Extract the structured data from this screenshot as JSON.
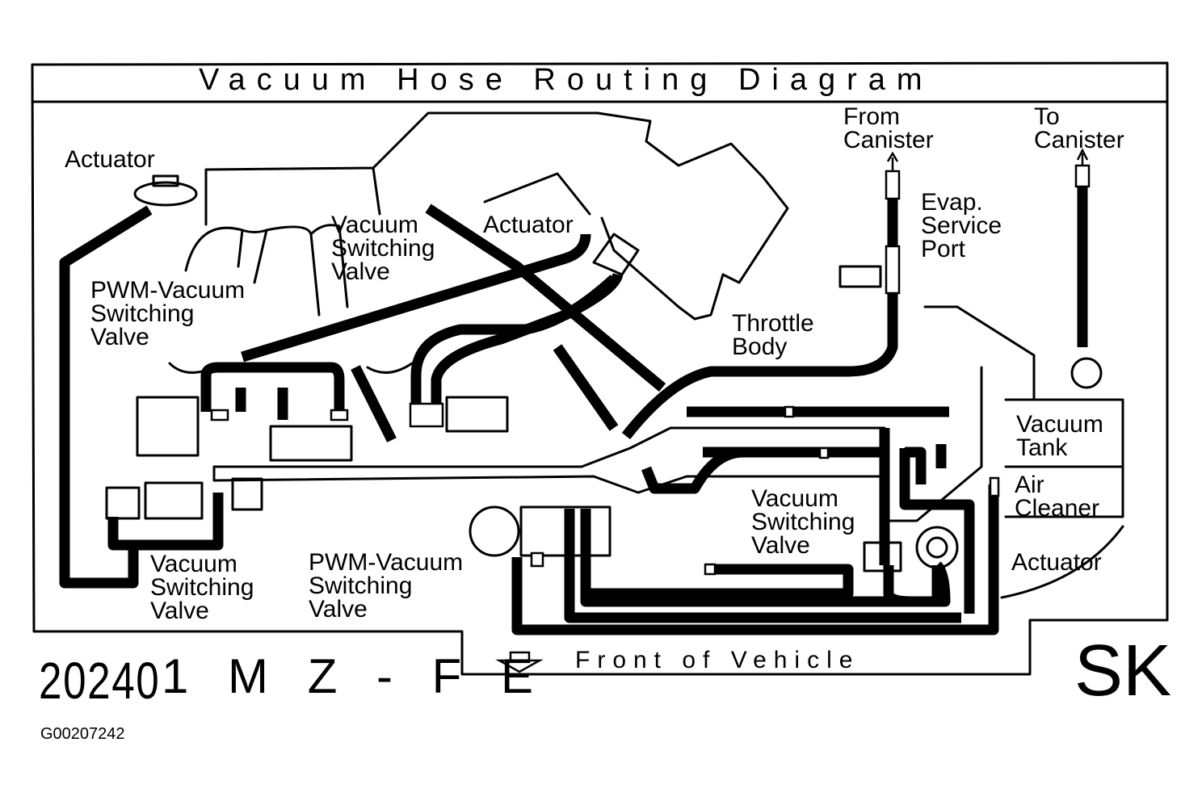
{
  "title": "Vacuum Hose Routing Diagram",
  "labels": {
    "actuator_left": "Actuator",
    "pwm_vsv_upper": "PWM-Vacuum\nSwitching\nValve",
    "vsv_upper": "Vacuum\nSwitching\nValve",
    "actuator_center": "Actuator",
    "from_canister": "From\nCanister",
    "to_canister": "To\nCanister",
    "evap_service_port": "Evap.\nService\nPort",
    "throttle_body": "Throttle\nBody",
    "vacuum_tank": "Vacuum\nTank",
    "air_cleaner": "Air\nCleaner",
    "actuator_right": "Actuator",
    "vsv_right": "Vacuum\nSwitching\nValve",
    "pwm_vsv_lower": "PWM-Vacuum\nSwitching\nValve",
    "vsv_lower_left": "Vacuum\nSwitching\nValve"
  },
  "footer": {
    "front_of_vehicle": "Front of Vehicle",
    "figure_code": "20240",
    "engine_code": "1 M Z - F E",
    "corner_tag": "SK",
    "reference_id": "G00207242"
  }
}
